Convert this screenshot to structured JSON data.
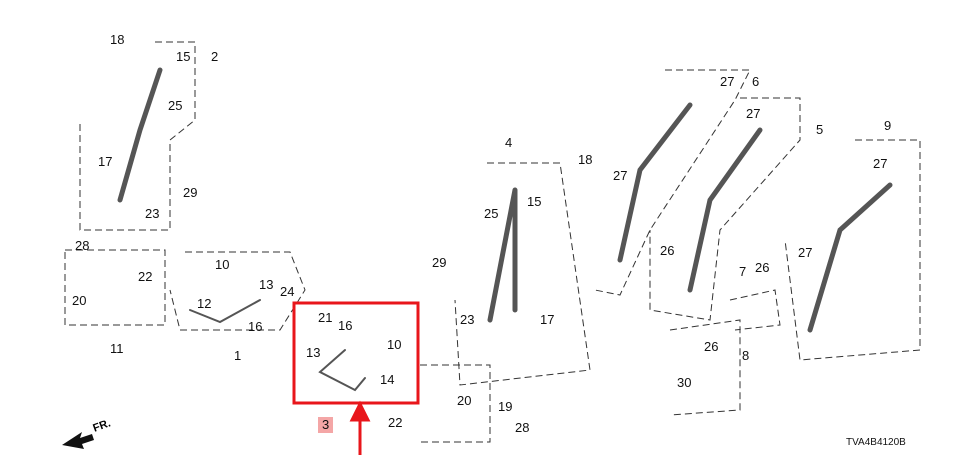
{
  "diagram_code": "TVA4B4120B",
  "direction_label": "FR.",
  "highlight_color": "#e8161b",
  "callouts": [
    "18",
    "15",
    "2",
    "25",
    "17",
    "29",
    "23",
    "28",
    "10",
    "22",
    "13",
    "20",
    "12",
    "24",
    "16",
    "11",
    "1",
    "21",
    "16",
    "13",
    "10",
    "14",
    "3",
    "4",
    "18",
    "25",
    "15",
    "29",
    "23",
    "17",
    "20",
    "19",
    "22",
    "28",
    "27",
    "6",
    "27",
    "5",
    "9",
    "27",
    "27",
    "26",
    "7",
    "26",
    "27",
    "26",
    "8",
    "30"
  ]
}
